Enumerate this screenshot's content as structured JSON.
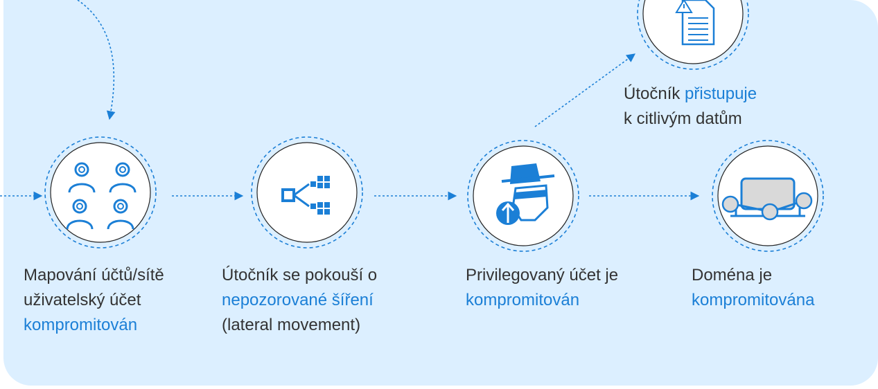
{
  "colors": {
    "background": "#dcefff",
    "accent": "#1b7fd6",
    "icon_blue": "#1b7fd6",
    "text": "#333333"
  },
  "steps": [
    {
      "icon": "users-icon",
      "line1": "Mapování účtů/sítě",
      "line2": "uživatelský účet",
      "line3": "kompromitován"
    },
    {
      "icon": "lateral-movement-icon",
      "line1": "Útočník se pokouší o",
      "line2": "nepozorované šíření",
      "line3": "(lateral movement)"
    },
    {
      "icon": "privileged-attacker-icon",
      "line1": "Privilegovaný účet je",
      "line2": "kompromitován"
    },
    {
      "icon": "domain-icon",
      "line1": "Doména je",
      "line2": "kompromitována"
    }
  ],
  "data_access": {
    "icon": "warning-document-icon",
    "line1_a": "Útočník ",
    "line1_b": "přistupuje",
    "line2": "k citlivým datům"
  }
}
